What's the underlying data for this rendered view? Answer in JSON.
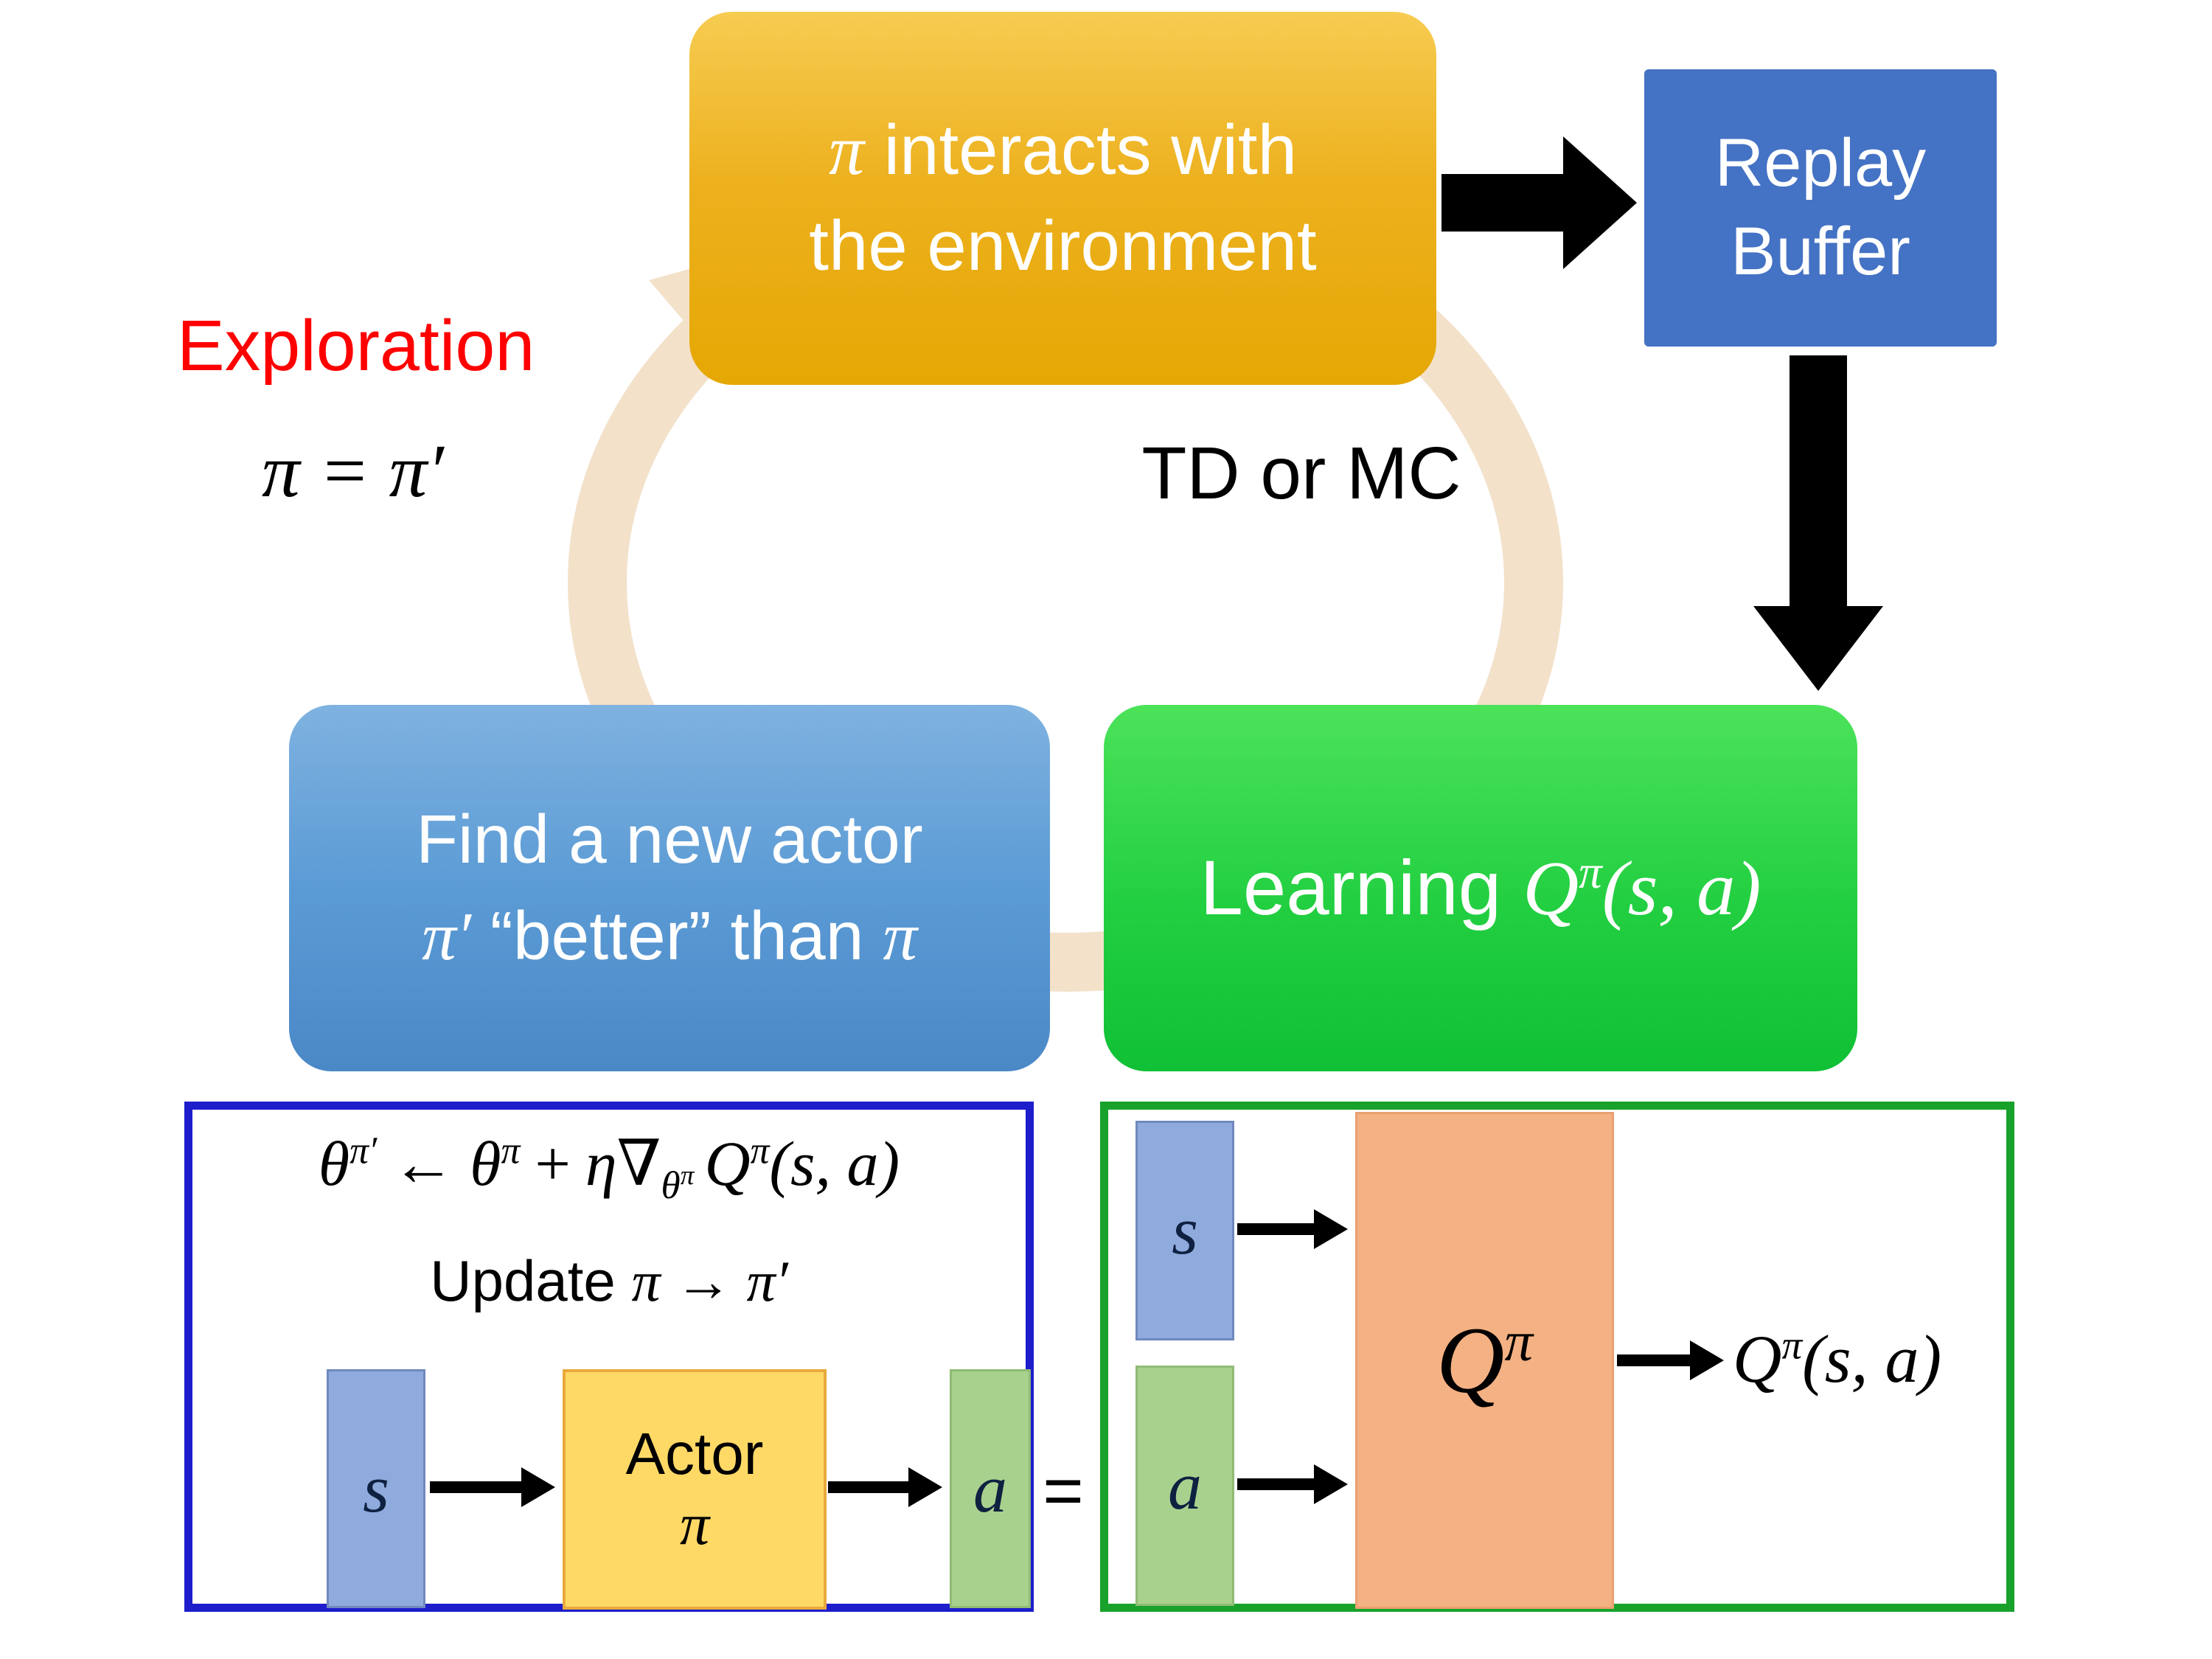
{
  "colors": {
    "policy_box": "#EFB11F",
    "replay_buffer_box": "#4472C4",
    "learning_box": "#22CF41",
    "actor_cycle_box": "#5B9BD5",
    "cycle_ring": "#F3E1CA",
    "exploration_text": "#FF0000",
    "update_panel_border": "#1D1DCB",
    "critic_panel_border": "#18A22B",
    "state_rect": "#8FAADC",
    "action_rect": "#A9D18E",
    "actor_small_box": "#FFD966",
    "q_function_box": "#F4B183",
    "arrow": "#000000"
  },
  "cycle": {
    "top_box": {
      "pi": "π",
      "line1_rest": " interacts with",
      "line2": "the environment"
    },
    "replay_buffer": {
      "line1": "Replay",
      "line2": "Buffer"
    },
    "learning_box": {
      "prefix": "Learning ",
      "q": "Q",
      "q_sup": "π",
      "args": "(s, a)"
    },
    "actor_box": {
      "line1": "Find a new actor",
      "line2_pi1": "π′",
      "line2_mid": " “better” than ",
      "line2_pi2": "π"
    },
    "exploration_label": "Exploration",
    "pi_equation": "π = π′",
    "td_or_mc": "TD or MC"
  },
  "update_panel": {
    "formula": {
      "theta1": "θ",
      "theta1_sup": "π′",
      "assign": "←",
      "theta2": "θ",
      "theta2_sup": "π",
      "plus": "+",
      "eta_nabla": "η∇",
      "grad_sub": "θ",
      "grad_sub_sup": "π",
      "q": "Q",
      "q_sup": "π",
      "args": "(s, a)"
    },
    "update_line": {
      "prefix": "Update ",
      "math": "π → π′"
    },
    "s_label": "s",
    "actor": {
      "line1": "Actor",
      "line2": "π"
    },
    "a_label": "a"
  },
  "equals": "=",
  "critic_panel": {
    "s_label": "s",
    "a_label": "a",
    "q_box": {
      "q": "Q",
      "sup": "π"
    },
    "output": {
      "q": "Q",
      "sup": "π",
      "args": "(s, a)"
    }
  }
}
